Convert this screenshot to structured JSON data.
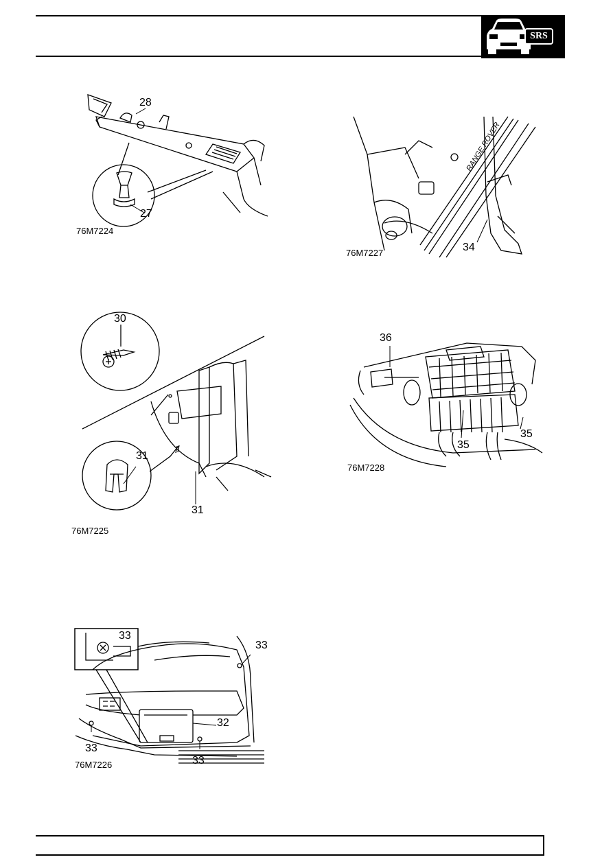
{
  "header": {
    "badge_text": "SRS",
    "badge_icon": "car-front-icon"
  },
  "figures": {
    "fig1": {
      "code": "76M7224",
      "callouts": [
        "28",
        "27"
      ]
    },
    "fig2": {
      "code": "76M7227",
      "callouts": [
        "34"
      ],
      "sill_text": "RANGE ROVER"
    },
    "fig3": {
      "code": "76M7225",
      "callouts": [
        "30",
        "31",
        "31"
      ]
    },
    "fig4": {
      "code": "76M7228",
      "callouts": [
        "36",
        "35",
        "35"
      ]
    },
    "fig5": {
      "code": "76M7226",
      "callouts": [
        "33",
        "33",
        "32",
        "33",
        "33"
      ]
    }
  }
}
